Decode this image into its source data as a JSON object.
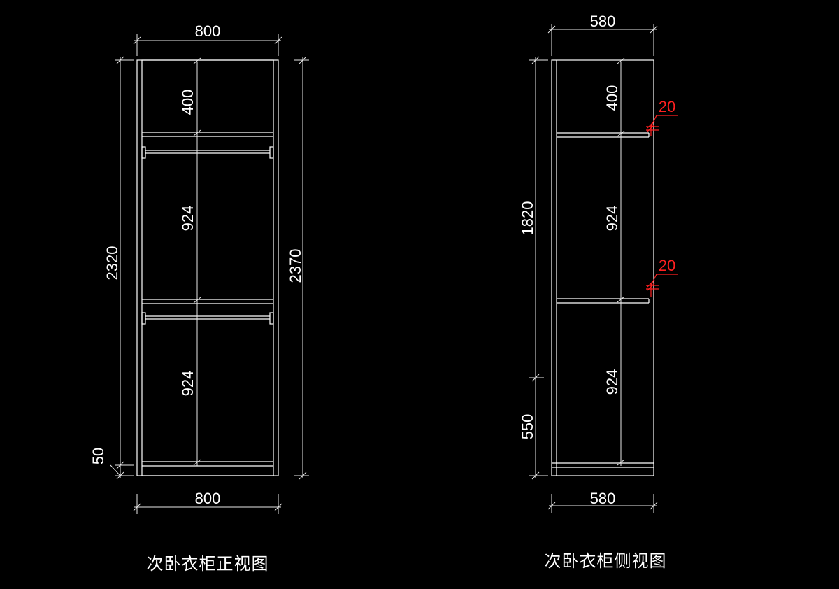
{
  "front_view": {
    "caption": "次卧衣柜正视图",
    "dims": {
      "top_width": "800",
      "bottom_width": "800",
      "overall_left": "2320",
      "overall_right": "2370",
      "base": "50",
      "upper_section": "400",
      "middle_section": "924",
      "lower_section": "924"
    }
  },
  "side_view": {
    "caption": "次卧衣柜侧视图",
    "dims": {
      "top_depth": "580",
      "bottom_depth": "580",
      "upper_height": "1820",
      "lower_height": "550",
      "upper_section": "400",
      "middle_section": "924",
      "lower_section": "924",
      "shelf_thickness_1": "20",
      "shelf_thickness_2": "20"
    }
  },
  "colors": {
    "background": "#000000",
    "linework": "#ffffff",
    "annotation": "#ff2020"
  }
}
